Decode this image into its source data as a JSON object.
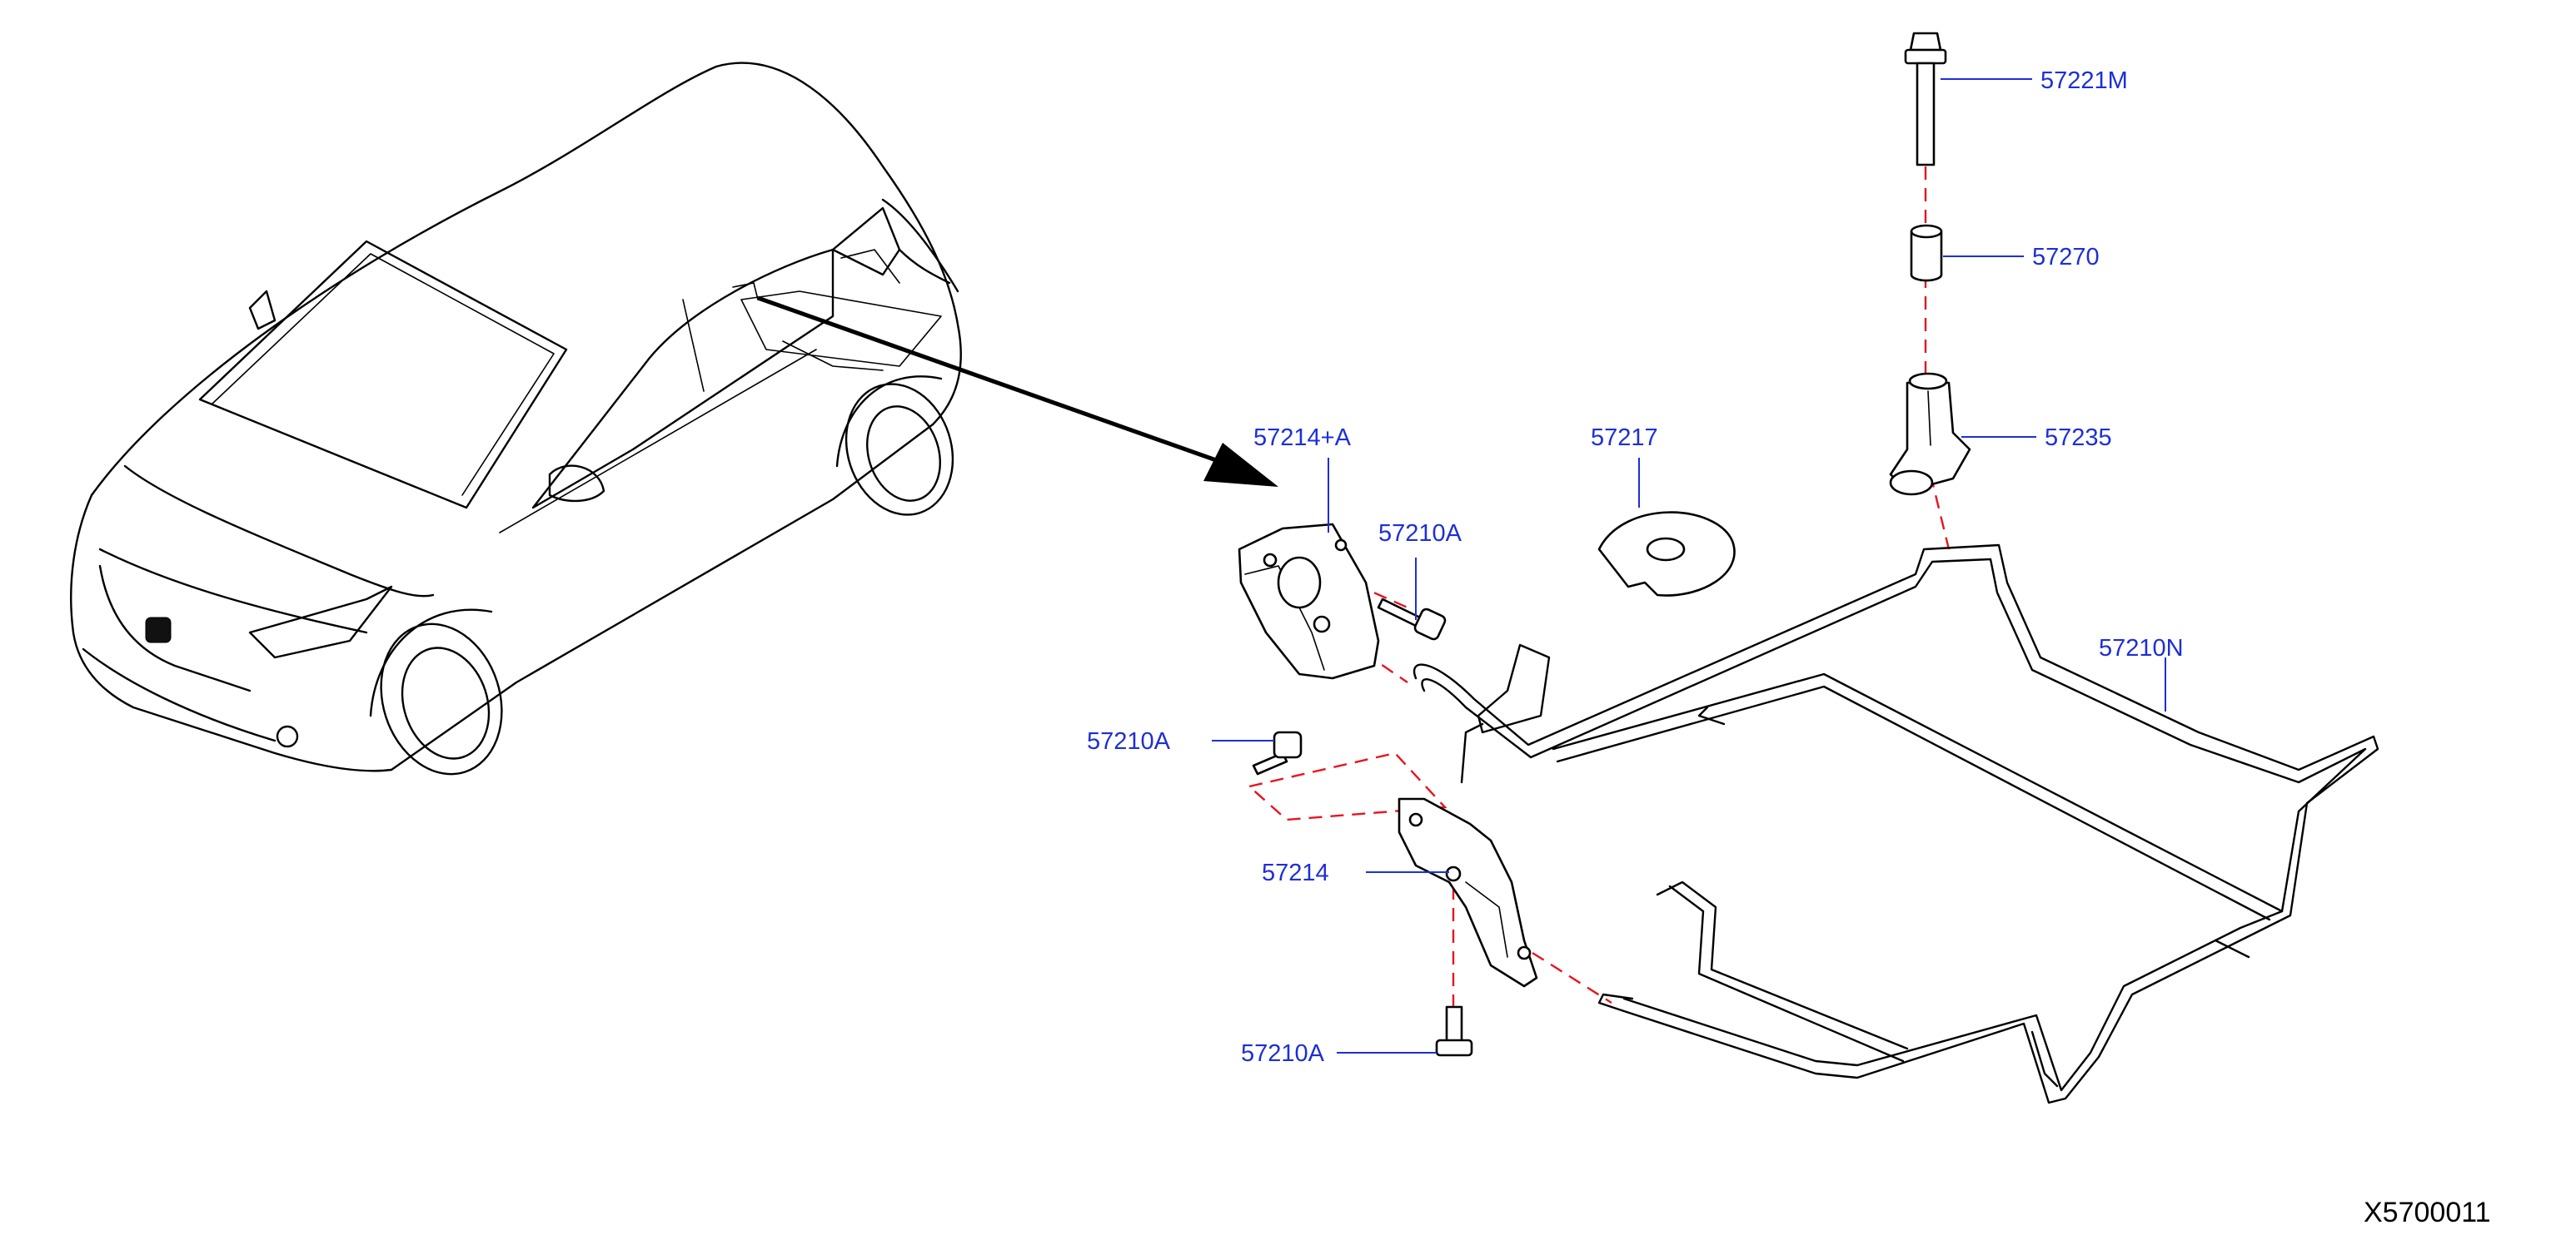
{
  "labels": {
    "57221M": "57221M",
    "57270": "57270",
    "57235": "57235",
    "57214A": "57214+A",
    "57217": "57217",
    "57210A_top": "57210A",
    "57210N": "57210N",
    "57210A_left": "57210A",
    "57214": "57214",
    "57210A_bottom": "57210A"
  },
  "diagram_code": "X5700011",
  "colors": {
    "label_text": "#1d2fd6",
    "hidden_line": "#e8141e",
    "line_art": "#000000"
  }
}
